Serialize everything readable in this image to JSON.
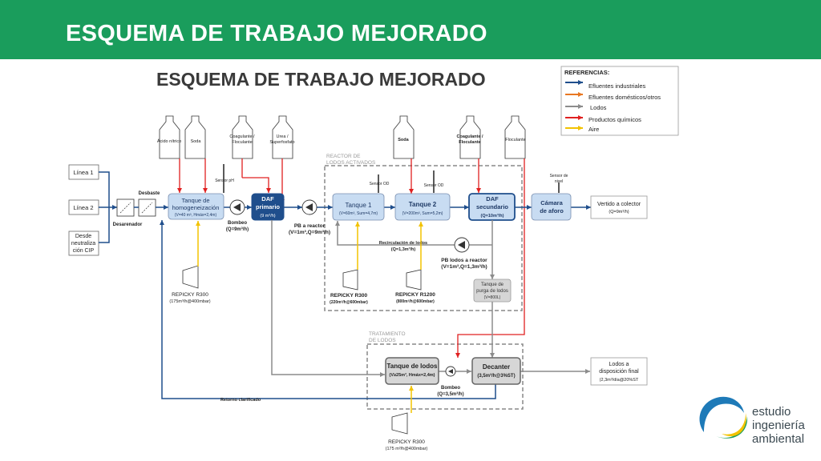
{
  "header": {
    "title": "ESQUEMA DE TRABAJO MEJORADO"
  },
  "diagram": {
    "title": "ESQUEMA DE TRABAJO MEJORADO",
    "legend": {
      "title": "REFERENCIAS:",
      "items": [
        {
          "label": "Efluentes industriales",
          "color": "#1f4e8c"
        },
        {
          "label": "Efluentes domésticos/otros",
          "color": "#e87722"
        },
        {
          "label": "Lodos",
          "color": "#8c8c8c"
        },
        {
          "label": "Productos químicos",
          "color": "#e02020"
        },
        {
          "label": "Aire",
          "color": "#f2c200"
        }
      ]
    },
    "inputs": {
      "linea1": "Línea 1",
      "linea2": "Línea 2",
      "cip": [
        "Desde",
        "neutraliza",
        "ción CIP"
      ]
    },
    "desbaste": "Desbaste",
    "desarenador": "Desarenador",
    "chemicals": {
      "acido_nitrico": "Ácido nítrico",
      "soda1": "Soda",
      "coag1": [
        "Coagulante /",
        "Floculante"
      ],
      "urea": [
        "Urea /",
        "Superfosfato"
      ],
      "soda2": "Soda",
      "coag2": [
        "Coagulante /",
        "Floculante"
      ],
      "floculante": "Floculante"
    },
    "sensors": {
      "ph": "Sensor pH",
      "od1": "Sensor OD",
      "od2": "Sensor OD",
      "nivel": [
        "Sensor de",
        "nivel"
      ]
    },
    "tanque_homog": {
      "name": [
        "Tanque de",
        "homogeneización"
      ],
      "spec": "(V=40 m³, Hmáx=2,4m)"
    },
    "bombeo1": {
      "name": "Bombeo",
      "spec": "(Q=9m³/h)"
    },
    "daf_primario": {
      "name": [
        "DAF",
        "primario"
      ],
      "spec": "(9 m³/h)"
    },
    "pb_reactor": {
      "name": "PB a reactor",
      "spec": "(V=1m³,Q=9m³/h)"
    },
    "reactor_label": [
      "REACTOR DE",
      "LODOS ACTIVADOS"
    ],
    "tanque1": {
      "name": "Tanque 1",
      "spec": "(V=60m³, Sum=4,7m)"
    },
    "tanque2": {
      "name": "Tanque 2",
      "spec": "(V=200m³, Sum=5,2m)"
    },
    "daf_secundario": {
      "name": [
        "DAF",
        "secundario"
      ],
      "spec": "(Q=10m³/h)"
    },
    "camara": {
      "name": [
        "Cámara",
        "de aforo"
      ]
    },
    "vertido": {
      "name": "Vertido a colector",
      "spec": "(Q=9m³/h)"
    },
    "recirculacion": {
      "name": "Recirculación de lodos",
      "spec": "(Q=1,3m³/h)"
    },
    "pb_lodos": {
      "name": "PB lodos a reactor",
      "spec": "(V=1m³,Q=1,3m³/h)"
    },
    "purga": {
      "name": [
        "Tanque de",
        "purga de lodos"
      ],
      "spec": "(V=800L)"
    },
    "repicky1": {
      "name": "REPICKY R300",
      "spec": "(175m³/h@400mbar)"
    },
    "repicky2": {
      "name": "REPICKY R300",
      "spec": "(220m³/h@600mbar)"
    },
    "repicky3": {
      "name": "REPICKY R1200",
      "spec": "(800m³/h@600mbar)"
    },
    "repicky4": {
      "name": "REPICKY R300",
      "spec": "(175 m³/h@400mbar)"
    },
    "tratamiento_label": [
      "TRATAMIENTO",
      "DE LODOS"
    ],
    "tanque_lodos": {
      "name": "Tanque de lodos",
      "spec": "(V≥25m³, Hmáx=2,4m)"
    },
    "bombeo2": {
      "name": "Bombeo",
      "spec": "(Q=3,5m³/h)"
    },
    "decanter": {
      "name": "Decanter",
      "spec": "(3,5m³/h@3%ST)"
    },
    "lodos_disp": {
      "name": [
        "Lodos a",
        "disposición final"
      ],
      "spec": "(2,3m³/día@20%ST"
    },
    "retorno": "Retorno clarificado"
  },
  "logo": {
    "mark": "eia",
    "lines": [
      "estudio",
      "ingeniería",
      "ambiental"
    ]
  }
}
